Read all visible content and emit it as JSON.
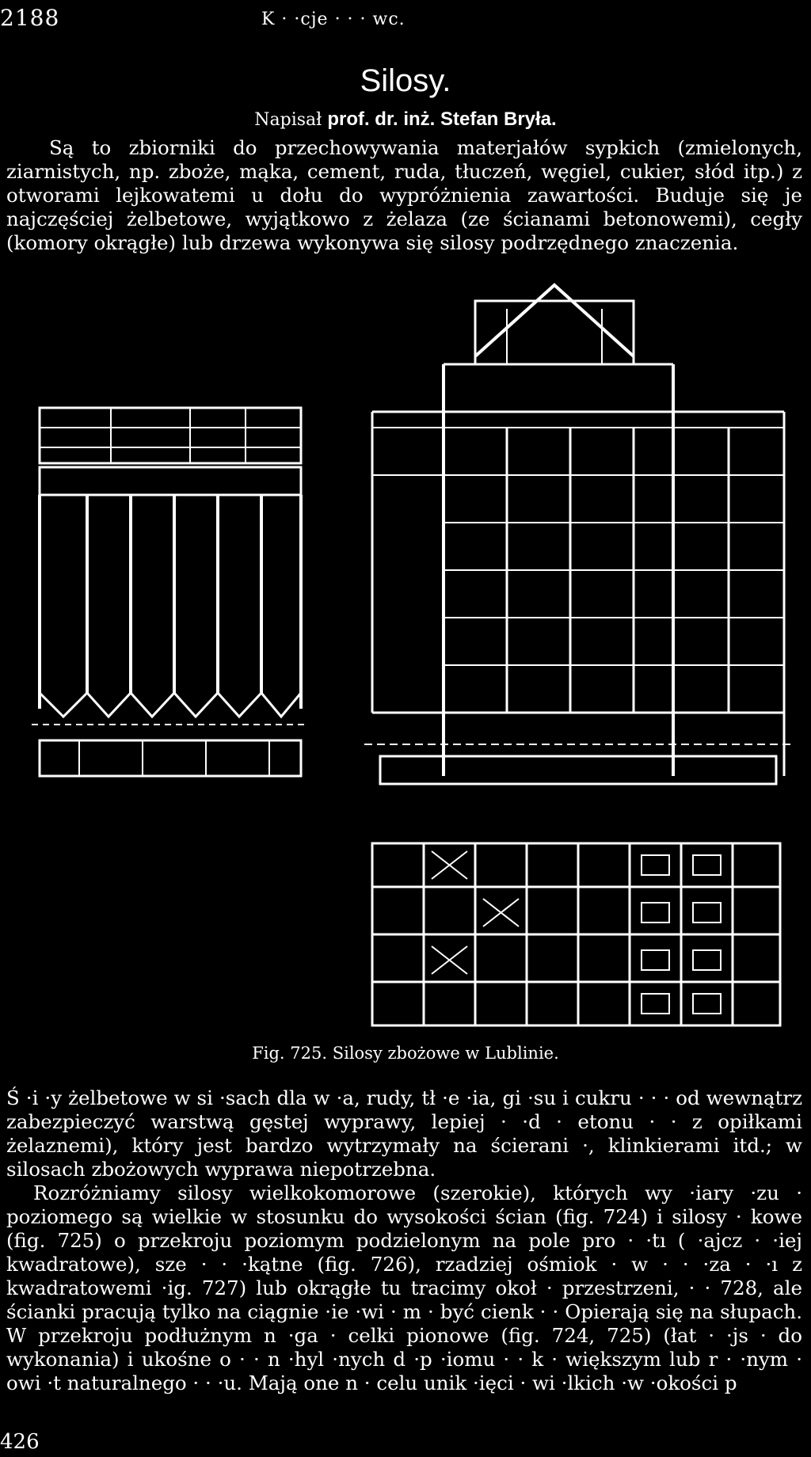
{
  "header": {
    "page_number": "2188",
    "running_head": "K  ·  ·cje ·  ·  · wc."
  },
  "title": "Silosy.",
  "byline": {
    "prefix": "Napisał",
    "author": "prof. dr. inż. Stefan Bryła."
  },
  "paragraphs": [
    "Są to zbiorniki do przechowywania materjałów sypkich (zmielonych, ziarnistych, np. zboże, mąka, cement, ruda, tłuczeń, węgiel, cukier, słód itp.) z otworami lejkowatemi u dołu do wypróżnienia zawartości. Buduje się je najczęściej żelbetowe, wyjątkowo z żelaza (ze ścianami betonowemi), cegły (komory okrągłe) lub drzewa wykonywa się silosy podrzędnego znaczenia.",
    "Ś  ·i  ·y żelbetowe w si  ·sach dla w  ·a, rudy, tł  ·e  ·ia, gi  ·su i cukru  ·  ·  · od wewnątrz zabezpieczyć warstwą gęstej wyprawy, lepiej  · ·d  · etonu  ·  · z opiłkami żelaznemi), który jest bardzo wytrzymały na ścierani  ·, klinkierami itd.; w silosach zbożowych wyprawa niepotrzebna.",
    "Rozróżniamy silosy wielkokomorowe (szerokie), których wy  ·iary  ·zu  · poziomego są wielkie w stosunku do wysokości ścian (fig. 724) i silosy  · kowe (fig. 725) o przekroju poziomym podzielonym na pole pro  ·  ·tı (  ·ajcz  · ·iej kwadratowe), sze  ·  · ·kątne (fig. 726), rzadziej ośmiok  · w  · ·  ·za  · ·ı z kwadratowemi  ·ig. 727) lub okrągłe tu tracimy okoł  · przestrzeni,  ·  · 728, ale ścianki pracują tylko na ciągnie  ·ie  ·wi  · m  · być cienk  ·  · Opierają się na słupach. W przekroju podłużnym n  ·ga  · celki pionowe (fig. 724, 725) (łat  ·  ·js  · do wykonania) i ukośne o  ·  · n  ·hyl  ·nych d  ·p  ·iomu  ·  · k  · większym lub r  · ·nym  · owi  ·t naturalnego  · ·  ·u. Mają one n  · celu unik  ·ięci  · wi  ·lkich  ·w  ·okości p"
  ],
  "figure": {
    "caption": "Fig. 725. Silosy zbożowe w Lublinie."
  },
  "footer": {
    "signature": "426"
  }
}
